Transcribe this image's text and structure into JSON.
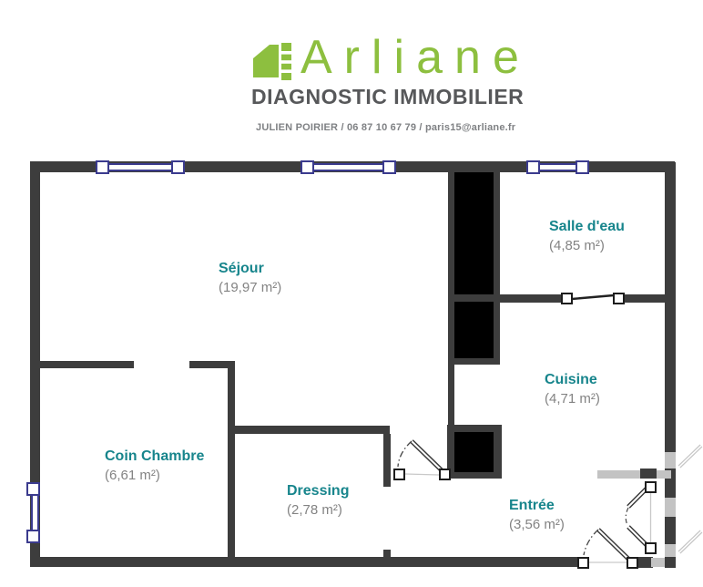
{
  "header": {
    "brand": "Arliane",
    "tagline": "DIAGNOSTIC IMMOBILIER",
    "contact": "JULIEN POIRIER / 06 87 10 67 79 / paris15@arliane.fr"
  },
  "floor_plan": {
    "rooms": [
      {
        "name": "Séjour",
        "area": "(19,97 m²)"
      },
      {
        "name": "Salle d'eau",
        "area": "(4,85 m²)"
      },
      {
        "name": "Cuisine",
        "area": "(4,71 m²)"
      },
      {
        "name": "Coin Chambre",
        "area": "(6,61 m²)"
      },
      {
        "name": "Dressing",
        "area": "(2,78 m²)"
      },
      {
        "name": "Entrée",
        "area": "(3,56 m²)"
      }
    ]
  },
  "colors": {
    "brand_green": "#8dbf3f",
    "tagline_gray": "#57585a",
    "room_name_teal": "#17858c",
    "room_area_gray": "#838383",
    "wall_dark": "#3d3d3d",
    "window_navy": "#3b3b8e"
  }
}
